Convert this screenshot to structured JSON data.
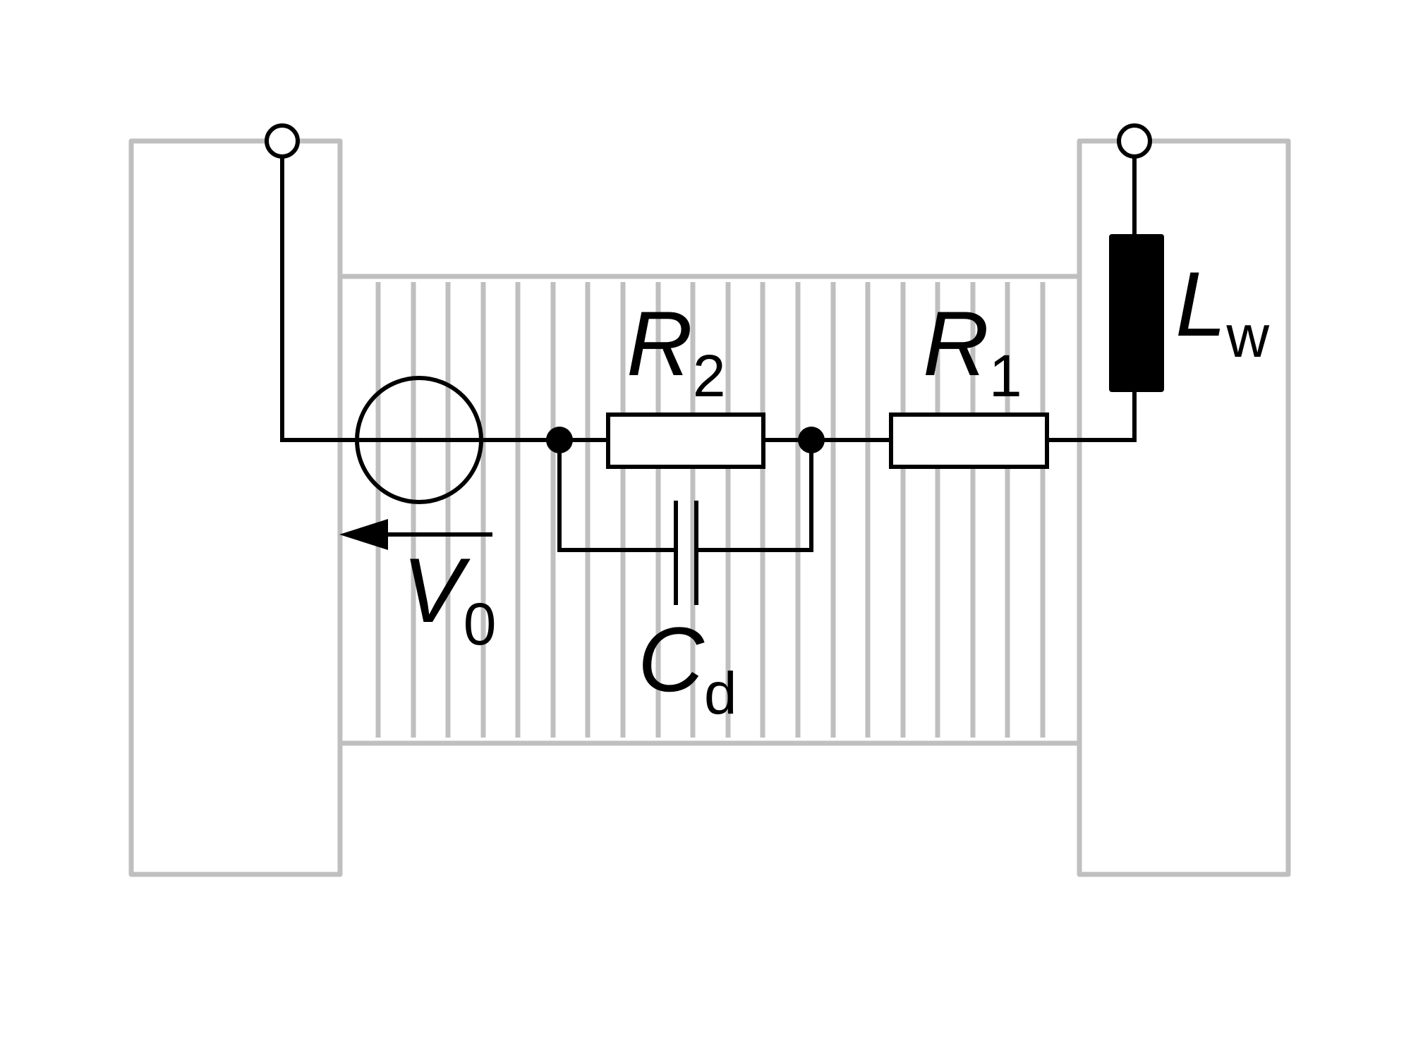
{
  "labels": {
    "r2": {
      "main": "R",
      "sub": "2"
    },
    "r1": {
      "main": "R",
      "sub": "1"
    },
    "lw": {
      "main": "L",
      "sub": "w"
    },
    "v0": {
      "main": "V",
      "sub": "0"
    },
    "cd": {
      "main": "C",
      "sub": "d"
    }
  },
  "colors": {
    "structure": "#bfbfbf",
    "wire": "#000000",
    "background": "#ffffff"
  }
}
